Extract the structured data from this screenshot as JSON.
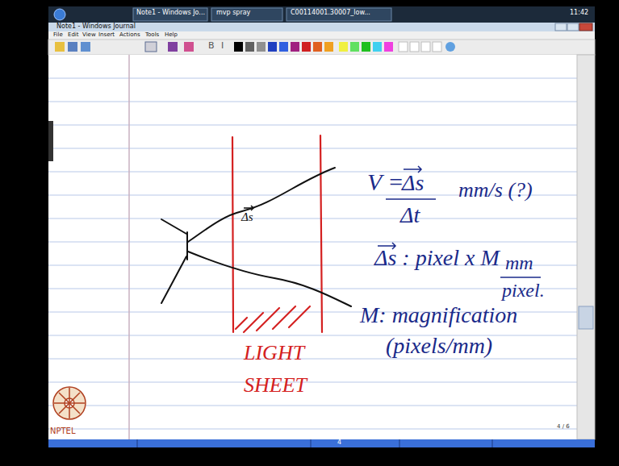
{
  "diagram": {
    "labels": [
      "Note1 - Windows Jo...",
      "mvp spray",
      "C00114001.30007_low...",
      "11:42",
      "Note1 - Windows Journal",
      "File",
      "Edit",
      "View",
      "Insert",
      "Actions",
      "Tools",
      "Help",
      "B",
      "I",
      "Δs",
      "V =",
      "Δs",
      "Δt",
      "mm/s (?)",
      "Δs : pixel x M",
      "mm",
      "pixel.",
      "M: magnification",
      "(pixels/mm)",
      "LIGHT",
      "SHEET",
      "4 / 6",
      "4",
      "NPTEL"
    ]
  }
}
